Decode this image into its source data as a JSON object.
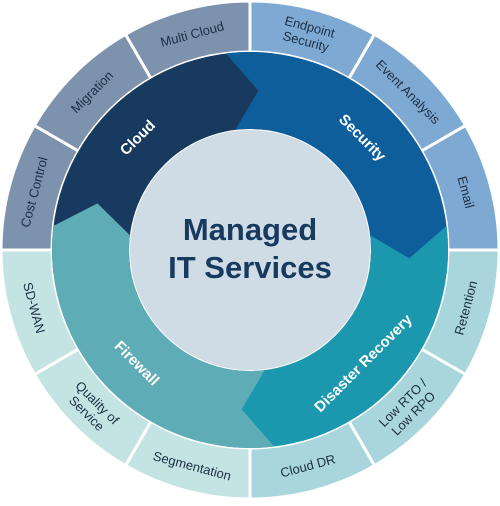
{
  "center": {
    "lines": [
      "Managed",
      "IT Services"
    ]
  },
  "categories": [
    {
      "label": "Cloud",
      "color": "#173a5e"
    },
    {
      "label": "Security",
      "color": "#0e5e9b"
    },
    {
      "label": "Disaster Recovery",
      "color": "#1b97ae"
    },
    {
      "label": "Firewall",
      "color": "#5eacb5"
    }
  ],
  "outer_segments": [
    {
      "lines": [
        "Endpoint",
        "Security"
      ],
      "color": "#7ea9d3"
    },
    {
      "lines": [
        "Event Analysis"
      ],
      "color": "#7ea9d3"
    },
    {
      "lines": [
        "Email"
      ],
      "color": "#7ea9d3"
    },
    {
      "lines": [
        "Retention"
      ],
      "color": "#a8d6dc"
    },
    {
      "lines": [
        "Low RTO /",
        "Low RPO"
      ],
      "color": "#a8d6dc"
    },
    {
      "lines": [
        "Cloud DR"
      ],
      "color": "#a8d6dc"
    },
    {
      "lines": [
        "Segmentation"
      ],
      "color": "#c4e4e4"
    },
    {
      "lines": [
        "Quality of",
        "Service"
      ],
      "color": "#c4e4e4"
    },
    {
      "lines": [
        "SD-WAN"
      ],
      "color": "#c4e4e4"
    },
    {
      "lines": [
        "Cost Control"
      ],
      "color": "#7d93ad"
    },
    {
      "lines": [
        "Migration"
      ],
      "color": "#7d93ad"
    },
    {
      "lines": [
        "Multi Cloud"
      ],
      "color": "#7d93ad"
    }
  ],
  "colors": {
    "center_fill": "#cfdce6",
    "center_text": "#173a5e",
    "separator": "#ffffff"
  }
}
